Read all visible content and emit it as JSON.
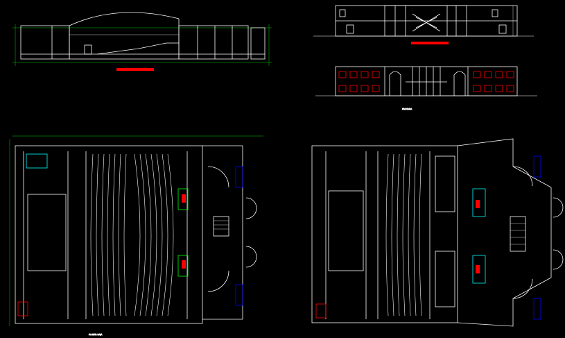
{
  "drawing": {
    "background": "#000000",
    "colors": {
      "outline": "#ffffff",
      "accent": "#ff0000",
      "dimension": "#00ff00",
      "room": "#0000ff",
      "highlight": "#00ffff",
      "fixture": "#ffff00"
    },
    "views": [
      {
        "id": "side-elevation",
        "title_bar": "red"
      },
      {
        "id": "rear-elevation",
        "title_bar": "red"
      },
      {
        "id": "front-elevation",
        "caption": "FACHADA"
      },
      {
        "id": "ground-floor-plan",
        "caption": "PLANTA BAJA"
      },
      {
        "id": "upper-floor-plan",
        "caption": ""
      }
    ],
    "front_caption": "FACHADA",
    "plan_caption": "PLANTA BAJA"
  }
}
